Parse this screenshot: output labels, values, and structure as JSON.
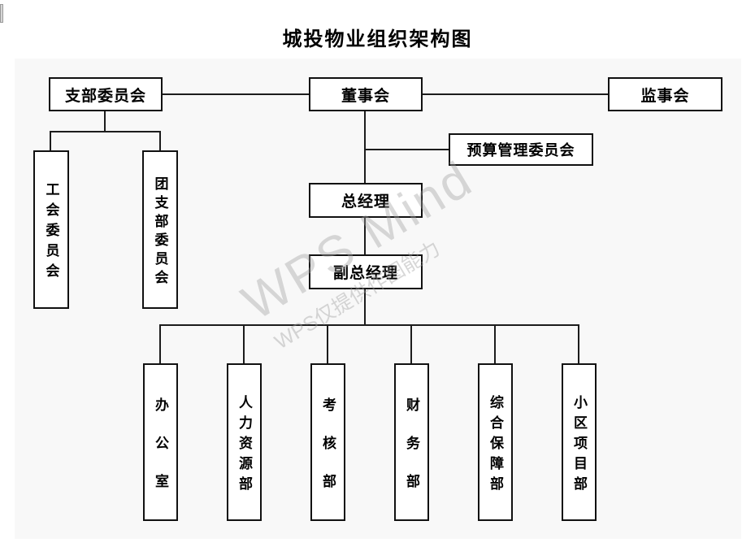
{
  "title": "城投物业组织架构图",
  "watermark": {
    "main": "WPS Mind",
    "sub": "WPS仅提供作图能力"
  },
  "nodes": {
    "branch_committee": "支部委员会",
    "board": "董事会",
    "supervisory": "监事会",
    "budget_committee": "预算管理委员会",
    "general_manager": "总经理",
    "deputy_general_manager": "副总经理",
    "union_committee": "工会委员会",
    "youth_league_committee": "团支部委员会",
    "office": "办公室",
    "hr_dept": "人力资源部",
    "assessment_dept": "考核部",
    "finance_dept": "财务部",
    "support_dept": "综合保障部",
    "community_project_dept": "小区项目部"
  },
  "edges": [
    [
      "branch_committee",
      "board"
    ],
    [
      "board",
      "supervisory"
    ],
    [
      "branch_committee",
      "union_committee"
    ],
    [
      "branch_committee",
      "youth_league_committee"
    ],
    [
      "board",
      "budget_committee"
    ],
    [
      "board",
      "general_manager"
    ],
    [
      "general_manager",
      "deputy_general_manager"
    ],
    [
      "deputy_general_manager",
      "office"
    ],
    [
      "deputy_general_manager",
      "hr_dept"
    ],
    [
      "deputy_general_manager",
      "assessment_dept"
    ],
    [
      "deputy_general_manager",
      "finance_dept"
    ],
    [
      "deputy_general_manager",
      "support_dept"
    ],
    [
      "deputy_general_manager",
      "community_project_dept"
    ]
  ],
  "colors": {
    "canvas_bg": "#f8f8f8",
    "box_border": "#111111",
    "connector": "#1c1c1c",
    "watermark": "#a0a0a0"
  }
}
